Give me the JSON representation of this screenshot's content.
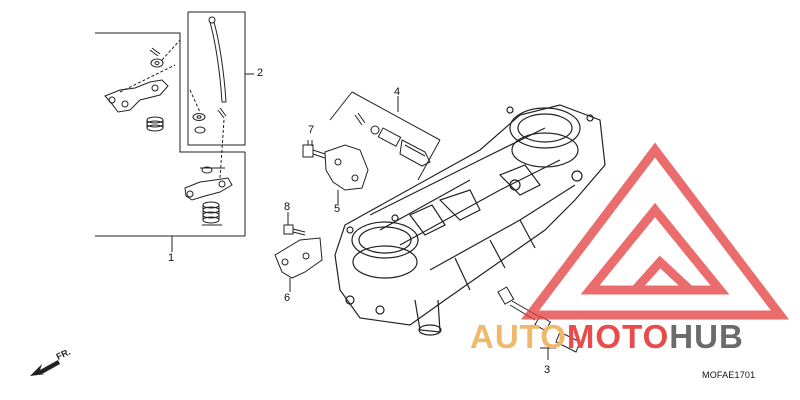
{
  "callouts": {
    "c1": "1",
    "c2": "2",
    "c3": "3",
    "c4": "4",
    "c5": "5",
    "c6": "6",
    "c7": "7",
    "c8": "8"
  },
  "direction_label": "FR.",
  "figure_code": "MOFAE1701",
  "watermark": {
    "part_a": "AUTO",
    "part_b": "MOTO",
    "part_c": "HUB"
  },
  "colors": {
    "line": "#222222",
    "watermark_red": "#e33b3b",
    "watermark_orange": "#f0b86a",
    "watermark_gray": "#6b6b6b"
  }
}
